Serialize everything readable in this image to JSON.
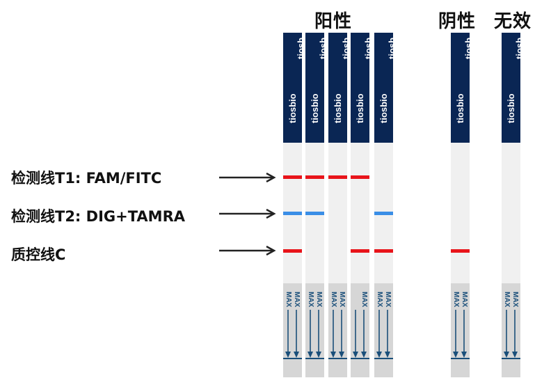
{
  "groups": [
    {
      "title": "阳性"
    },
    {
      "title": "阴性"
    },
    {
      "title": "无效"
    }
  ],
  "labels": [
    {
      "text": "检测线T1: FAM/FITC"
    },
    {
      "text": "检测线T2: DIG+TAMRA"
    },
    {
      "text": "质控线C"
    }
  ],
  "brand": "tiosbio",
  "brand_cut": "tiosb",
  "max_text": "MAX",
  "colors": {
    "t1": "#e8141a",
    "t2": "#3a8ee6",
    "c": "#e8141a",
    "head": "#0a2654"
  },
  "strips": [
    {
      "group": "阳性",
      "t1": true,
      "t2": true,
      "c": true,
      "max_count": 2
    },
    {
      "group": "阳性",
      "t1": true,
      "t2": true,
      "c": false,
      "max_count": 2
    },
    {
      "group": "阳性",
      "t1": true,
      "t2": false,
      "c": false,
      "max_count": 2
    },
    {
      "group": "阳性",
      "t1": true,
      "t2": false,
      "c": true,
      "max_count": 1
    },
    {
      "group": "阳性",
      "t1": false,
      "t2": true,
      "c": true,
      "max_count": 2
    },
    {
      "group": "阴性",
      "t1": false,
      "t2": false,
      "c": true,
      "max_count": 2
    },
    {
      "group": "无效",
      "t1": false,
      "t2": false,
      "c": false,
      "max_count": 2
    }
  ]
}
